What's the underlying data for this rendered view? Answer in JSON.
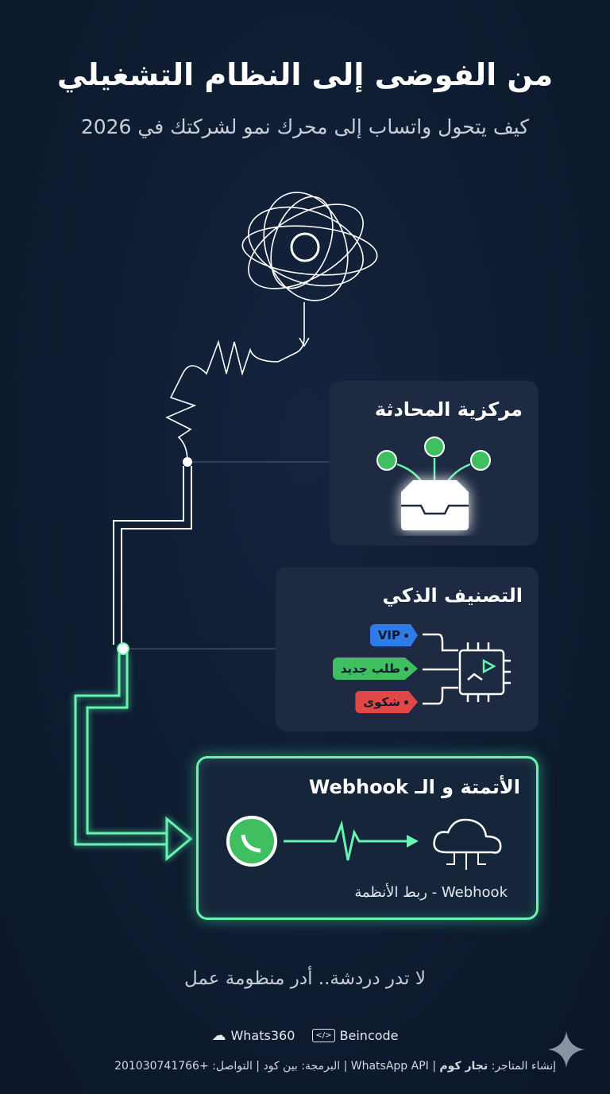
{
  "header": {
    "title": "من الفوضى إلى النظام التشغيلي",
    "subtitle": "كيف يتحول واتساب إلى محرك نمو لشركتك في 2026"
  },
  "cards": [
    {
      "title": "مركزية المحادثة",
      "icon": "inbox-with-whatsapp-icons"
    },
    {
      "title": "التصنيف الذكي",
      "tags": [
        {
          "label": "VIP",
          "color": "#2f7be8"
        },
        {
          "label": "طلب جديد",
          "color": "#3fbf5f"
        },
        {
          "label": "شكوى",
          "color": "#e04848"
        }
      ],
      "icon": "ai-chip-icon"
    },
    {
      "title": "الأتمتة و الـ Webhook",
      "caption": "Webhook - ربط الأنظمة",
      "icon": "cloud-network-icon"
    }
  ],
  "tagline": "لا تدر دردشة.. أدر منظومة عمل",
  "footer": {
    "logos": [
      "Whats360",
      "Beincode"
    ],
    "credits_a": "إنشاء المتاجر: ",
    "credits_b": "تجار كوم",
    "credits_c": " | WhatsApp API | البرمجة: بين كود | التواصل: +201030741766"
  },
  "colors": {
    "accent": "#5ef0a8",
    "background": "#0f1d33",
    "card": "#1d2a41"
  }
}
